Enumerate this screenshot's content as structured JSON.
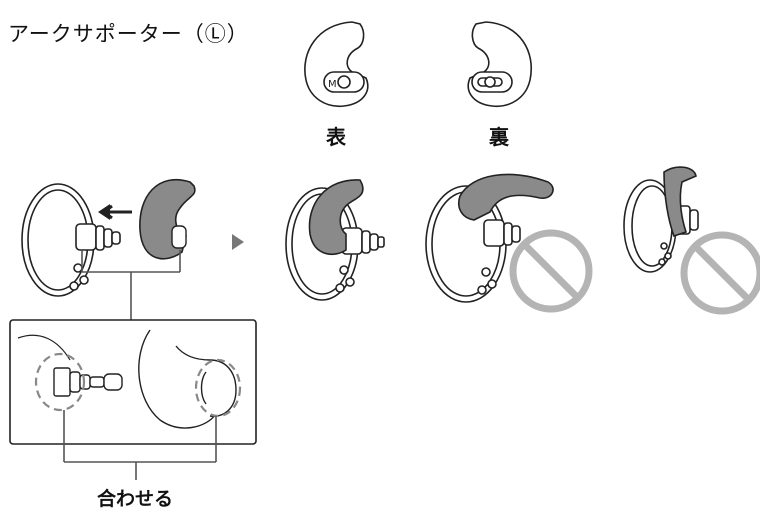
{
  "title": "アークサポーター（Ⓛ）",
  "views": {
    "front_label": "表",
    "back_label": "裏"
  },
  "callout": {
    "match_label": "合わせる"
  },
  "marks": {
    "size_mark": "M",
    "size_mark_circled": "Ⓛ"
  },
  "colors": {
    "line": "#222222",
    "support_gray": "#8a8a8a",
    "prohibit_gray": "#b4b4b4",
    "arrow_gray": "#777777"
  }
}
